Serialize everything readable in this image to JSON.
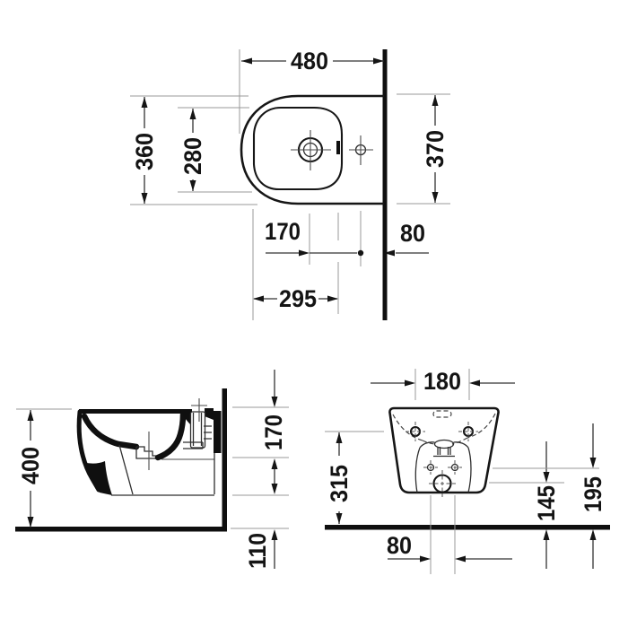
{
  "colors": {
    "line": "#161616",
    "extension_line": "#999999",
    "background": "#ffffff"
  },
  "dims": {
    "top": {
      "width": "480",
      "depth_outer": "360",
      "depth_inner": "280",
      "width_overall": "370",
      "tap_to_hole": "170",
      "hole_to_wall": "80",
      "rim_to_overflow": "295"
    },
    "side": {
      "height": "400",
      "rim_to_outlet": "170",
      "floor_gap": "110"
    },
    "rear": {
      "hole_spacing": "180",
      "height_fixing": "315",
      "height_outlet": "145",
      "height_holes": "195",
      "hole_gap": "80"
    }
  }
}
